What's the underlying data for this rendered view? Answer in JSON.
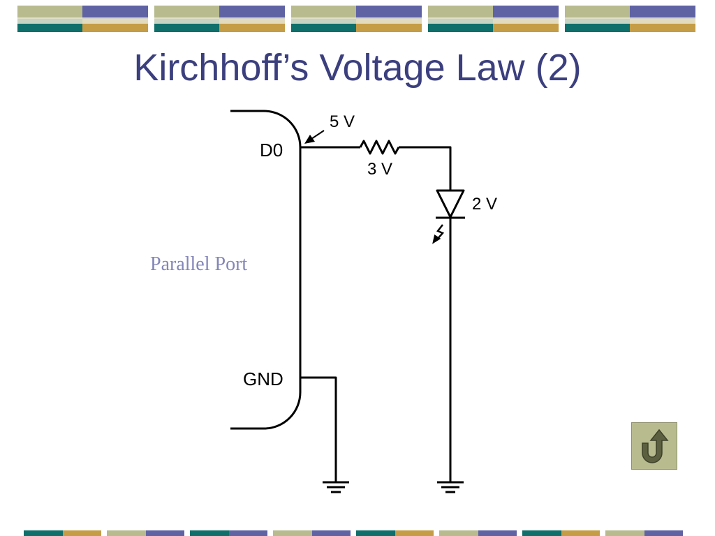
{
  "slide": {
    "title": "Kirchhoff’s Voltage Law (2)"
  },
  "colors": {
    "title": "#3b3f7e",
    "band_light": "#b7bb8e",
    "band_purple": "#5f63a4",
    "band_teal": "#0f6f6a",
    "band_gold": "#c59d46",
    "band_highlight": "#e8e6d2",
    "port_label": "#8486b8",
    "button_face": "#b7bb8e",
    "button_icon": "#5d6040"
  },
  "diagram": {
    "supply_label": "5 V",
    "pin_d0_label": "D0",
    "resistor_drop_label": "3 V",
    "led_drop_label": "2 V",
    "port_label": "Parallel Port",
    "pin_gnd_label": "GND"
  },
  "navigation": {
    "return_icon": "u-turn-arrow-icon"
  }
}
